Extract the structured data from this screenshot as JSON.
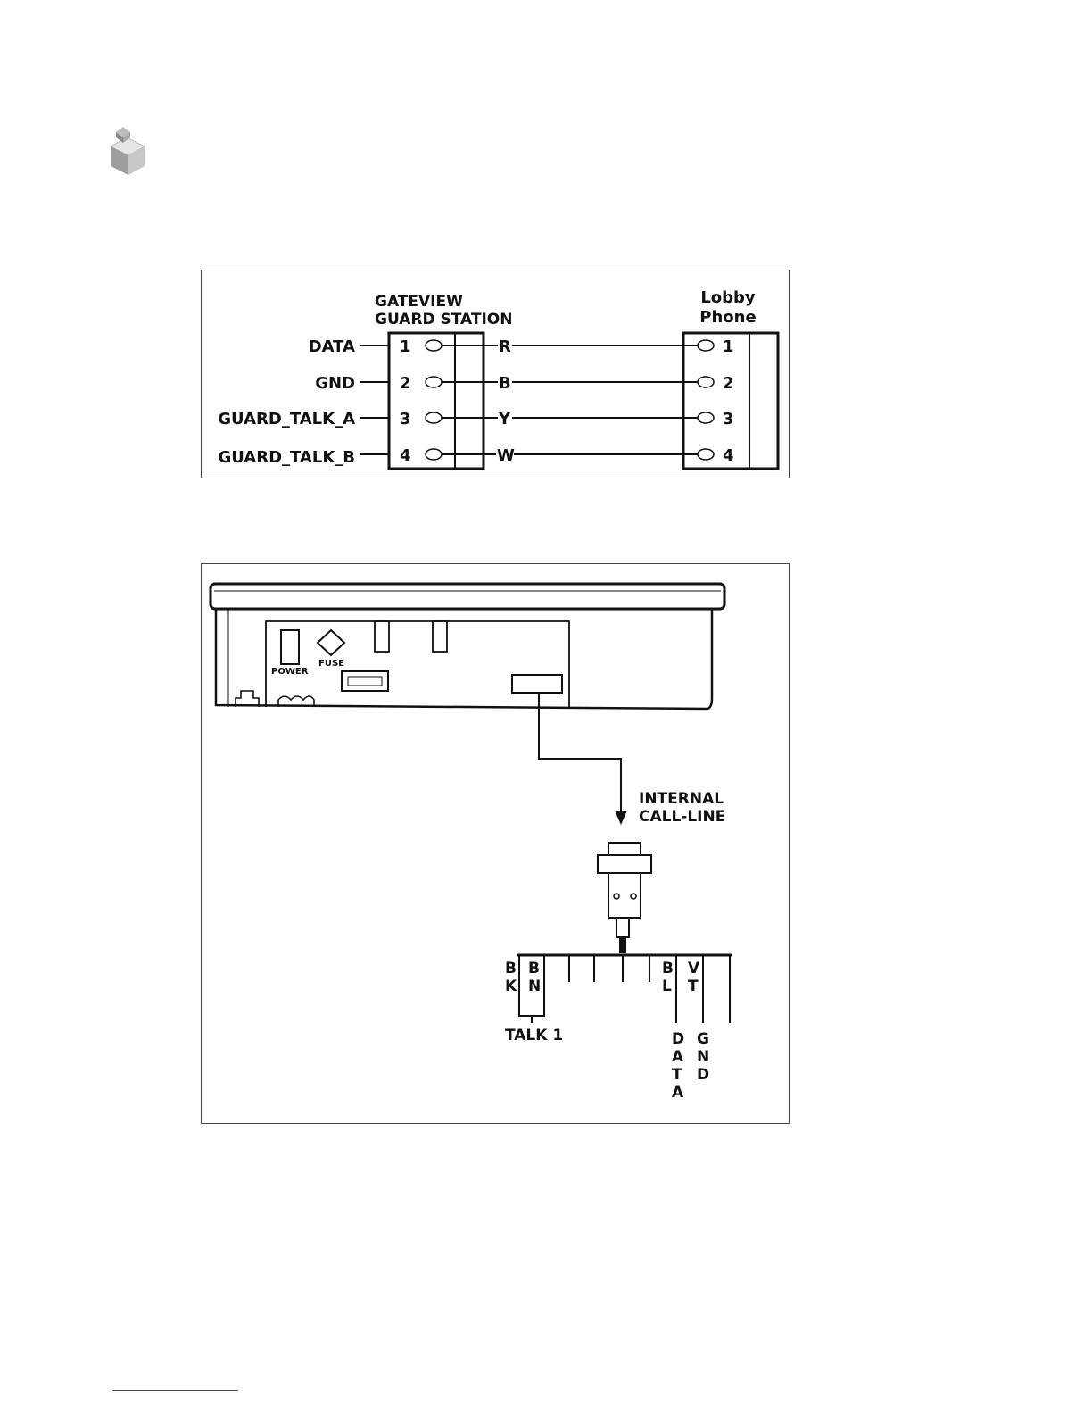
{
  "figure1": {
    "guard_station_title": [
      "GATEVIEW",
      "GUARD STATION"
    ],
    "lobby_title": [
      "Lobby",
      "Phone"
    ],
    "signals": [
      "DATA",
      "GND",
      "GUARD_TALK_A",
      "GUARD_TALK_B"
    ],
    "pins": [
      "1",
      "2",
      "3",
      "4"
    ],
    "wire_colors": [
      "R",
      "B",
      "Y",
      "W"
    ]
  },
  "figure2": {
    "power_label": "POWER",
    "fuse_label": "FUSE",
    "callout": [
      "INTERNAL",
      "CALL-LINE"
    ],
    "wire_codes": [
      [
        "B",
        "K"
      ],
      [
        "B",
        "N"
      ],
      [
        "B",
        "L"
      ],
      [
        "V",
        "T"
      ]
    ],
    "talk_label": "TALK 1",
    "data_label": [
      "D",
      "A",
      "T",
      "A"
    ],
    "gnd_label": [
      "G",
      "N",
      "D"
    ]
  }
}
